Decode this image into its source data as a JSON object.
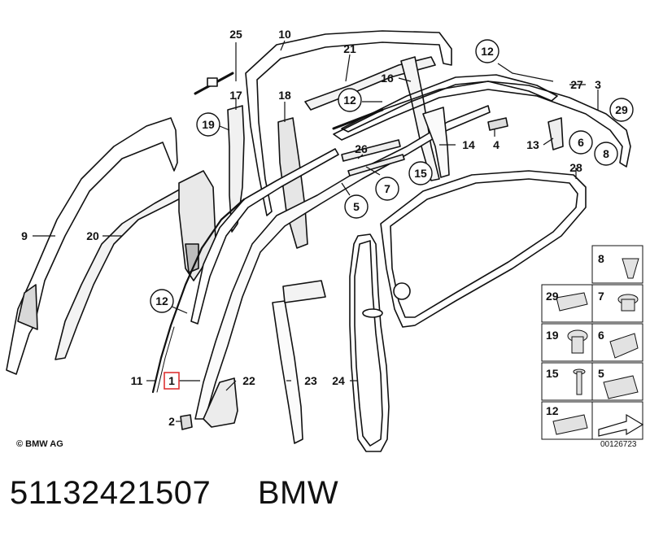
{
  "diagram": {
    "copyright": "© BMW AG",
    "reference_number": "00126723",
    "highlighted_callout": "1",
    "callouts": {
      "c1": "1",
      "c2": "2",
      "c3": "3",
      "c4": "4",
      "c5": "5",
      "c6": "6",
      "c7": "7",
      "c8": "8",
      "c9": "9",
      "c10": "10",
      "c11": "11",
      "c12": "12",
      "c13": "13",
      "c14": "14",
      "c15": "15",
      "c16": "16",
      "c17": "17",
      "c18": "18",
      "c19": "19",
      "c20": "20",
      "c21": "21",
      "c22": "22",
      "c23": "23",
      "c24": "24",
      "c25": "25",
      "c26": "26",
      "c27": "27",
      "c28": "28",
      "c29": "29"
    },
    "legend": [
      {
        "label": "8"
      },
      {
        "label": "29"
      },
      {
        "label": "7"
      },
      {
        "label": "19"
      },
      {
        "label": "6"
      },
      {
        "label": "15"
      },
      {
        "label": "5"
      },
      {
        "label": "12"
      }
    ]
  },
  "caption": {
    "part_number": "51132421507",
    "brand": "BMW"
  }
}
